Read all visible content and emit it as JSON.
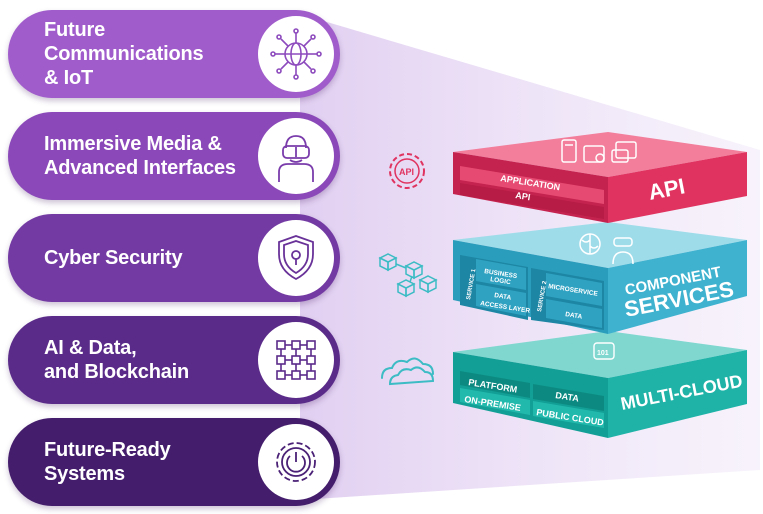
{
  "pillars": [
    {
      "label": "Future\nCommunications\n& IoT",
      "color": "#a05ccb",
      "icon": "globe-network-icon"
    },
    {
      "label": "Immersive Media &\nAdvanced Interfaces",
      "color": "#8a48b8",
      "icon": "vr-headset-person-icon"
    },
    {
      "label": "Cyber Security",
      "color": "#733aa3",
      "icon": "security-shield-lock-icon"
    },
    {
      "label": "AI & Data,\nand Blockchain",
      "color": "#5b2b8a",
      "icon": "blockchain-grid-icon"
    },
    {
      "label": "Future-Ready\nSystems",
      "color": "#441d6c",
      "icon": "power-gear-icon"
    }
  ],
  "layers": {
    "api": {
      "title": "API",
      "application_label": "APPLICATION",
      "api_label": "API",
      "side_icon_text": "API",
      "color": "#e0335f"
    },
    "services": {
      "title_line1": "COMPONENT",
      "title_line2": "SERVICES",
      "service1": "SERVICE 1",
      "service2": "SERVICE 2",
      "business_logic_1": "BUSINESS",
      "business_logic_2": "LOGIC",
      "data_access_1": "DATA",
      "data_access_2": "ACCESS LAYER",
      "microservice": "MICROSERVICE",
      "data": "DATA",
      "color": "#3fb2cf"
    },
    "cloud": {
      "title": "MULTI-CLOUD",
      "platform": "PLATFORM",
      "data": "DATA",
      "on_premise": "ON-PREMISE",
      "public_cloud": "PUBLIC CLOUD",
      "color": "#1fb3a8"
    }
  }
}
